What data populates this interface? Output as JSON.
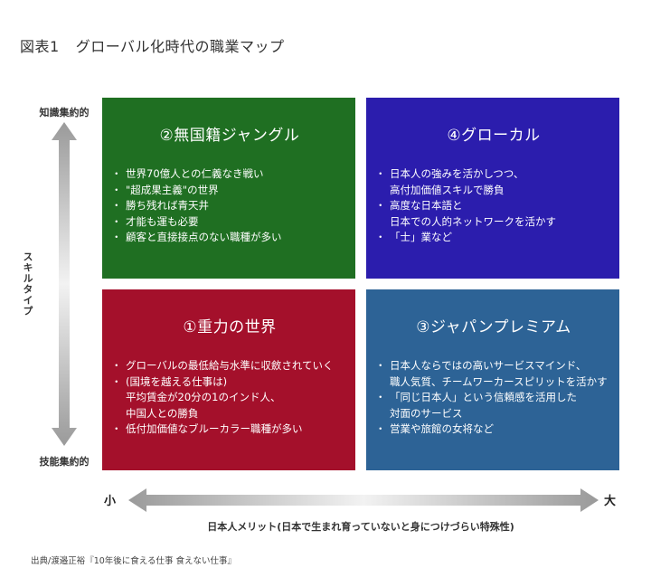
{
  "title": {
    "label": "図表1",
    "text": "グローバル化時代の職業マップ"
  },
  "axes": {
    "vertical_top": "知識集約的",
    "vertical_bottom": "技能集約的",
    "vertical_label": "スキルタイプ",
    "horizontal_left": "小",
    "horizontal_right": "大",
    "horizontal_label": "日本人メリット(日本で生まれ育っていないと身につけづらい特殊性)"
  },
  "quadrants": {
    "q2": {
      "title": "②無国籍ジャングル",
      "color": "#1f6f22",
      "items": [
        "世界70億人との仁義なき戦い",
        "\"超成果主義\"の世界",
        "勝ち残れば青天井",
        "才能も運も必要",
        "顧客と直接接点のない職種が多い"
      ]
    },
    "q4": {
      "title": "④グローカル",
      "color": "#2b1dad",
      "items": [
        "日本人の強みを活かしつつ、",
        "高付加価値スキルで勝負",
        "高度な日本語と",
        "日本での人的ネットワークを活かす",
        "「士」業など"
      ]
    },
    "q1": {
      "title": "①重力の世界",
      "color": "#a4102b",
      "items": [
        "グローバルの最低給与水準に収斂されていく",
        "(国境を越える仕事は)",
        "平均賃金が20分の1のインド人、",
        "中国人との勝負",
        "低付加価値なブルーカラー職種が多い"
      ]
    },
    "q3": {
      "title": "③ジャパンプレミアム",
      "color": "#2d6396",
      "items": [
        "日本人ならではの高いサービスマインド、",
        "職人気質、チームワーカースピリットを活かす",
        "「同じ日本人」という信頼感を活用した",
        "対面のサービス",
        "営業や旅館の女将など"
      ]
    }
  },
  "source": "出典/渡邉正裕『10年後に食える仕事 食えない仕事』"
}
